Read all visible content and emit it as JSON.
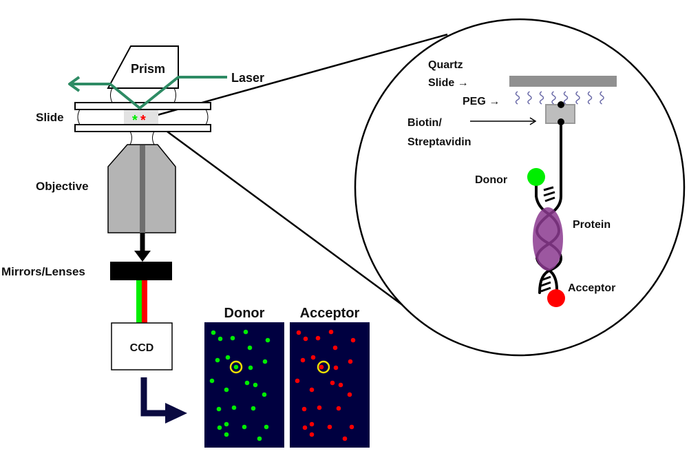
{
  "labels": {
    "prism": "Prism",
    "laser": "Laser",
    "slide": "Slide",
    "objective": "Objective",
    "mirrors_lenses": "Mirrors/Lenses",
    "ccd": "CCD",
    "donor_panel": "Donor",
    "acceptor_panel": "Acceptor"
  },
  "inset": {
    "quartz": "Quartz",
    "slide": "Slide →",
    "peg": "PEG →",
    "biotin": "Biotin/",
    "streptavidin": "Streptavidin",
    "donor": "Donor",
    "protein": "Protein",
    "acceptor": "Acceptor"
  },
  "colors": {
    "laser": "#2e8b64",
    "donor": "#00ee00",
    "acceptor": "#ff0000",
    "panel_bg": "#000040",
    "highlight": "#f0e000",
    "protein": "#8b3a8f",
    "peg": "#6a6aa8",
    "arrow": "#0a0a40"
  }
}
